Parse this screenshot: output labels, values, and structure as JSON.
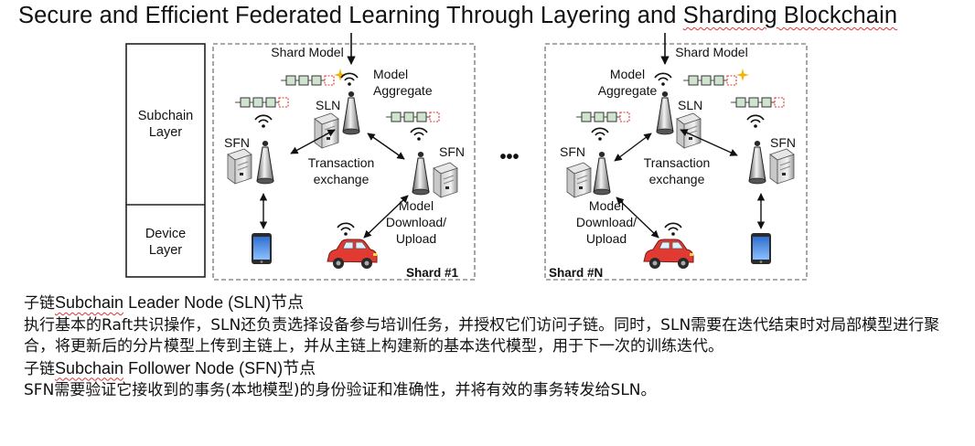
{
  "title": {
    "pre": "Secure and Efficient Federated Learning Through Layering and ",
    "squiggle": "Sharding Blockchain"
  },
  "diagram": {
    "layers": {
      "subchain": "Subchain\nLayer",
      "device": "Device\nLayer"
    },
    "shard1": {
      "shard_model": "Shard Model",
      "model_aggregate": "Model\nAggregate",
      "sln": "SLN",
      "sfn_left": "SFN",
      "sfn_right": "SFN",
      "tx_exchange": "Transaction\nexchange",
      "model_download": "Model\nDownload/\nUpload",
      "label": "Shard #1"
    },
    "ellipsis": "•••",
    "shardN": {
      "shard_model": "Shard Model",
      "model_aggregate": "Model\nAggregate",
      "sln": "SLN",
      "sfn_left": "SFN",
      "sfn_right": "SFN",
      "tx_exchange": "Transaction\nexchange",
      "model_download": "Model\nDownload/\nUpload",
      "label": "Shard #N"
    }
  },
  "body": {
    "sln_heading_a": "子链",
    "sln_heading_b": "Subchain",
    "sln_heading_c": " Leader Node (SLN)节点",
    "sln_para": "执行基本的Raft共识操作，SLN还负责选择设备参与培训任务，并授权它们访问子链。同时，SLN需要在迭代结束时对局部模型进行聚合，将更新后的分片模型上传到主链上，并从主链上构建新的基本迭代模型，用于下一次的训练迭代。",
    "sfn_heading_a": "子链",
    "sfn_heading_b": "Subchain",
    "sfn_heading_c": " Follower Node (SFN)节点",
    "sfn_para": "SFN需要验证它接收到的事务(本地模型)的身份验证和准确性，并将有效的事务转发给SLN。"
  },
  "colors": {
    "accent_red": "#d33a2c",
    "phone_blue": "#3d7fd6",
    "car_red": "#e03a32",
    "block_green": "#c9dfc9"
  }
}
